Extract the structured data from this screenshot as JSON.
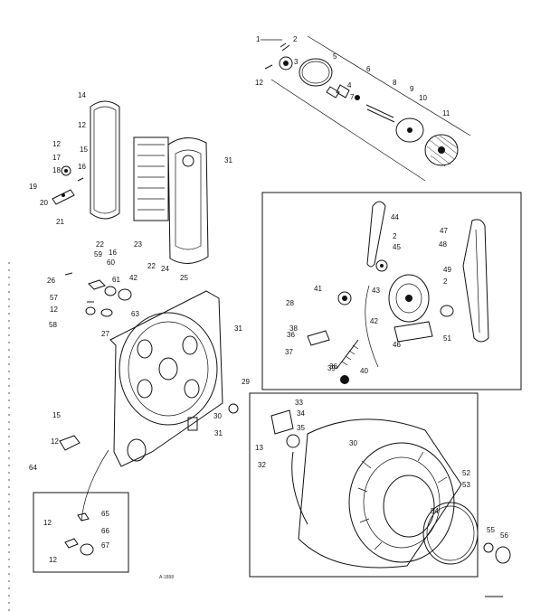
{
  "diagram": {
    "stamp": "A-1898",
    "colors": {
      "ink": "#111111",
      "paper": "#ffffff"
    },
    "callouts": [
      {
        "id": "c1",
        "text": "1"
      },
      {
        "id": "c2a",
        "text": "2"
      },
      {
        "id": "c3",
        "text": "3"
      },
      {
        "id": "c4",
        "text": "4"
      },
      {
        "id": "c5",
        "text": "5"
      },
      {
        "id": "c6",
        "text": "6"
      },
      {
        "id": "c7",
        "text": "7"
      },
      {
        "id": "c8",
        "text": "8"
      },
      {
        "id": "c9",
        "text": "9"
      },
      {
        "id": "c10",
        "text": "10"
      },
      {
        "id": "c11",
        "text": "11"
      },
      {
        "id": "c12a",
        "text": "12"
      },
      {
        "id": "c12b",
        "text": "12"
      },
      {
        "id": "c12c",
        "text": "12"
      },
      {
        "id": "c12d",
        "text": "12"
      },
      {
        "id": "c12e",
        "text": "12"
      },
      {
        "id": "c12f",
        "text": "12"
      },
      {
        "id": "c12g",
        "text": "12"
      },
      {
        "id": "c13",
        "text": "13"
      },
      {
        "id": "c14",
        "text": "14"
      },
      {
        "id": "c15a",
        "text": "15"
      },
      {
        "id": "c15b",
        "text": "15"
      },
      {
        "id": "c16a",
        "text": "16"
      },
      {
        "id": "c16b",
        "text": "16"
      },
      {
        "id": "c17",
        "text": "17"
      },
      {
        "id": "c18",
        "text": "18"
      },
      {
        "id": "c19",
        "text": "19"
      },
      {
        "id": "c20",
        "text": "20"
      },
      {
        "id": "c21",
        "text": "21"
      },
      {
        "id": "c22a",
        "text": "22"
      },
      {
        "id": "c22b",
        "text": "22"
      },
      {
        "id": "c23",
        "text": "23"
      },
      {
        "id": "c24",
        "text": "24"
      },
      {
        "id": "c25",
        "text": "25"
      },
      {
        "id": "c26",
        "text": "26"
      },
      {
        "id": "c27",
        "text": "27"
      },
      {
        "id": "c28",
        "text": "28"
      },
      {
        "id": "c29",
        "text": "29"
      },
      {
        "id": "c30",
        "text": "30"
      },
      {
        "id": "c30b",
        "text": "30"
      },
      {
        "id": "c31a",
        "text": "31"
      },
      {
        "id": "c31b",
        "text": "31"
      },
      {
        "id": "c31c",
        "text": "31"
      },
      {
        "id": "c32",
        "text": "32"
      },
      {
        "id": "c33",
        "text": "33"
      },
      {
        "id": "c34",
        "text": "34"
      },
      {
        "id": "c35",
        "text": "35"
      },
      {
        "id": "c36",
        "text": "36"
      },
      {
        "id": "c36b",
        "text": "36"
      },
      {
        "id": "c37",
        "text": "37"
      },
      {
        "id": "c38",
        "text": "38"
      },
      {
        "id": "c39",
        "text": "39"
      },
      {
        "id": "c40",
        "text": "40"
      },
      {
        "id": "c41",
        "text": "41"
      },
      {
        "id": "c42",
        "text": "42"
      },
      {
        "id": "c42b",
        "text": "42"
      },
      {
        "id": "c43",
        "text": "43"
      },
      {
        "id": "c44",
        "text": "44"
      },
      {
        "id": "c45",
        "text": "45"
      },
      {
        "id": "c46",
        "text": "46"
      },
      {
        "id": "c47",
        "text": "47"
      },
      {
        "id": "c48",
        "text": "48"
      },
      {
        "id": "c49",
        "text": "49"
      },
      {
        "id": "c2b",
        "text": "2"
      },
      {
        "id": "c2c",
        "text": "2"
      },
      {
        "id": "c51",
        "text": "51"
      },
      {
        "id": "c52",
        "text": "52"
      },
      {
        "id": "c53",
        "text": "53"
      },
      {
        "id": "c54",
        "text": "54"
      },
      {
        "id": "c55",
        "text": "55"
      },
      {
        "id": "c56",
        "text": "56"
      },
      {
        "id": "c57",
        "text": "57"
      },
      {
        "id": "c58",
        "text": "58"
      },
      {
        "id": "c59",
        "text": "59"
      },
      {
        "id": "c60",
        "text": "60"
      },
      {
        "id": "c61",
        "text": "61"
      },
      {
        "id": "c63",
        "text": "63"
      },
      {
        "id": "c64",
        "text": "64"
      },
      {
        "id": "c65",
        "text": "65"
      },
      {
        "id": "c66",
        "text": "66"
      },
      {
        "id": "c67",
        "text": "67"
      }
    ]
  }
}
